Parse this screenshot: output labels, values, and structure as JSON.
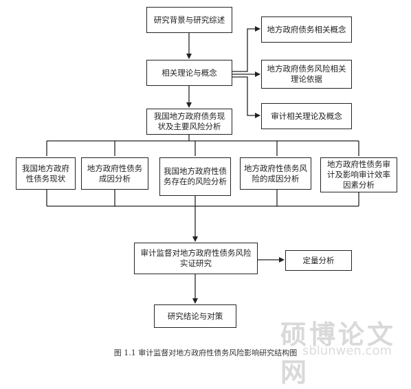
{
  "nodes": {
    "background": "研究背景与研究综述",
    "theory": "相关理论与概念",
    "concept1": "地方政府债务相关概念",
    "concept2": "地方政府债务风险相关理论依据",
    "concept3": "审计相关理论及概念",
    "status": "我国地方政府债务现状及主要风险分析",
    "sub1": "我国地方政府性债务现状",
    "sub2": "地方政府性债务成因分析",
    "sub3": "我国地方政府性债务存在的风险分析",
    "sub4": "地方政府性债务风险的成因分析",
    "sub5": "地方政府性债务审计及影响审计效率因素分析",
    "empirical": "审计监督对地方政府性债务风险实证研究",
    "quant": "定量分析",
    "conclusion": "研究结论与对策"
  },
  "caption": "图 1.1  审计监督对地方政府性债务风险影响研究结构图",
  "watermark": {
    "chinese": "硕博论文网",
    "url": "sblunwen.com"
  }
}
